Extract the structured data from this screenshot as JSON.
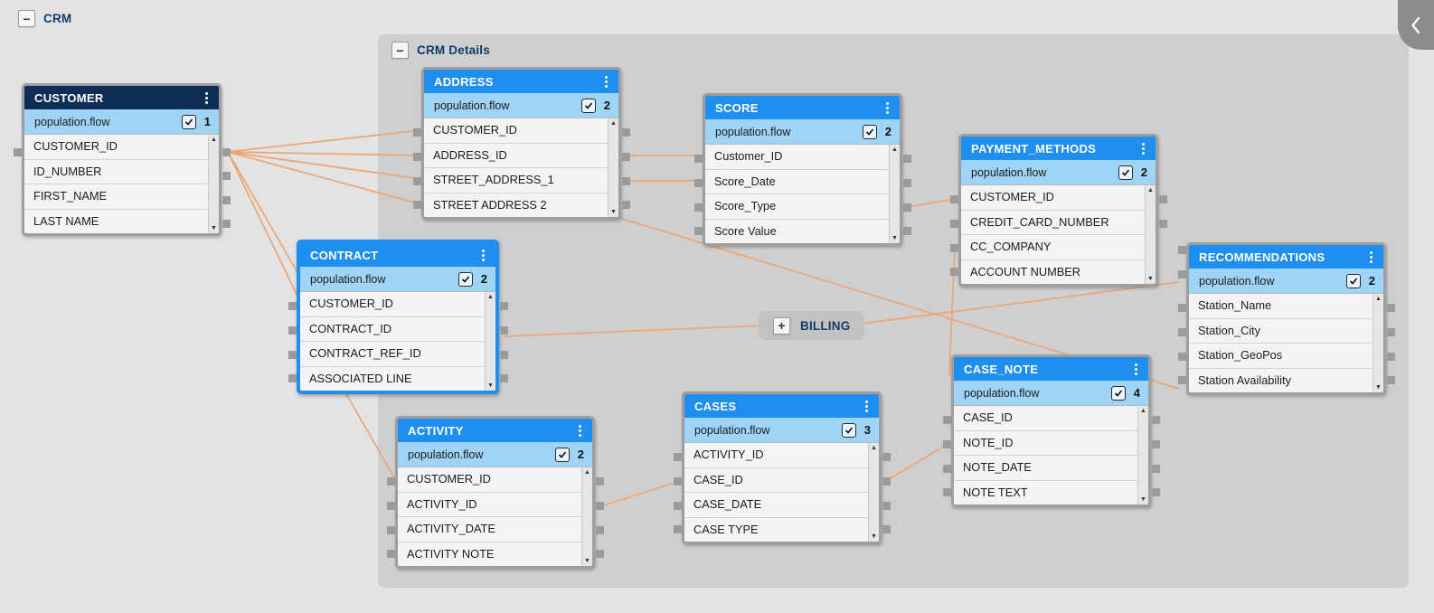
{
  "canvas": {
    "background_color": "#e3e3e3",
    "accent_blue": "#1f8fef",
    "navy": "#0f2e57",
    "wire_color": "#eda571"
  },
  "groups": [
    {
      "id": "crm",
      "title": "CRM",
      "expander": "−",
      "state": "expanded"
    },
    {
      "id": "crm_details",
      "title": "CRM Details",
      "expander": "−",
      "state": "expanded"
    }
  ],
  "collapsed_nodes": [
    {
      "id": "billing",
      "title": "BILLING",
      "expander": "+",
      "state": "collapsed"
    }
  ],
  "side_tab": {
    "icon": "chevron-left-icon"
  },
  "tables": [
    {
      "id": "customer",
      "title": "CUSTOMER",
      "header_style": "navy",
      "selected": false,
      "population": {
        "label": "population.flow",
        "checked": true,
        "count": "1"
      },
      "columns": [
        "CUSTOMER_ID",
        "ID_NUMBER",
        "FIRST_NAME",
        "LAST  NAME"
      ]
    },
    {
      "id": "address",
      "title": "ADDRESS",
      "header_style": "blue",
      "selected": false,
      "population": {
        "label": "population.flow",
        "checked": true,
        "count": "2"
      },
      "columns": [
        "CUSTOMER_ID",
        "ADDRESS_ID",
        "STREET_ADDRESS_1",
        "STREET  ADDRESS  2"
      ]
    },
    {
      "id": "score",
      "title": "SCORE",
      "header_style": "blue",
      "selected": false,
      "population": {
        "label": "population.flow",
        "checked": true,
        "count": "2"
      },
      "columns": [
        "Customer_ID",
        "Score_Date",
        "Score_Type",
        "Score  Value"
      ]
    },
    {
      "id": "payment_methods",
      "title": "PAYMENT_METHODS",
      "header_style": "blue",
      "selected": false,
      "population": {
        "label": "population.flow",
        "checked": true,
        "count": "2"
      },
      "columns": [
        "CUSTOMER_ID",
        "CREDIT_CARD_NUMBER",
        "CC_COMPANY",
        "ACCOUNT  NUMBER"
      ]
    },
    {
      "id": "recommendations",
      "title": "RECOMMENDATIONS",
      "header_style": "blue",
      "selected": false,
      "population": {
        "label": "population.flow",
        "checked": true,
        "count": "2"
      },
      "columns": [
        "Station_Name",
        "Station_City",
        "Station_GeoPos",
        "Station  Availability"
      ]
    },
    {
      "id": "contract",
      "title": "CONTRACT",
      "header_style": "blue",
      "selected": true,
      "population": {
        "label": "population.flow",
        "checked": true,
        "count": "2"
      },
      "columns": [
        "CUSTOMER_ID",
        "CONTRACT_ID",
        "CONTRACT_REF_ID",
        "ASSOCIATED  LINE"
      ]
    },
    {
      "id": "activity",
      "title": "ACTIVITY",
      "header_style": "blue",
      "selected": false,
      "population": {
        "label": "population.flow",
        "checked": true,
        "count": "2"
      },
      "columns": [
        "CUSTOMER_ID",
        "ACTIVITY_ID",
        "ACTIVITY_DATE",
        "ACTIVITY  NOTE"
      ]
    },
    {
      "id": "cases",
      "title": "CASES",
      "header_style": "blue",
      "selected": false,
      "population": {
        "label": "population.flow",
        "checked": true,
        "count": "3"
      },
      "columns": [
        "ACTIVITY_ID",
        "CASE_ID",
        "CASE_DATE",
        "CASE  TYPE"
      ]
    },
    {
      "id": "case_note",
      "title": "CASE_NOTE",
      "header_style": "blue",
      "selected": false,
      "population": {
        "label": "population.flow",
        "checked": true,
        "count": "4"
      },
      "columns": [
        "CASE_ID",
        "NOTE_ID",
        "NOTE_DATE",
        "NOTE  TEXT"
      ]
    }
  ]
}
